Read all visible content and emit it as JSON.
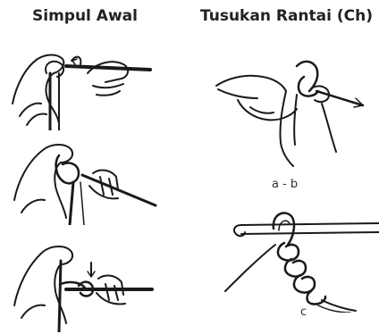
{
  "headings": {
    "left": "Simpul Awal",
    "right": "Tusukan Rantai (Ch)"
  },
  "captions": {
    "ab": "a - b",
    "c": "c"
  },
  "colors": {
    "ink": "#1a1a1a",
    "background": "#ffffff"
  }
}
